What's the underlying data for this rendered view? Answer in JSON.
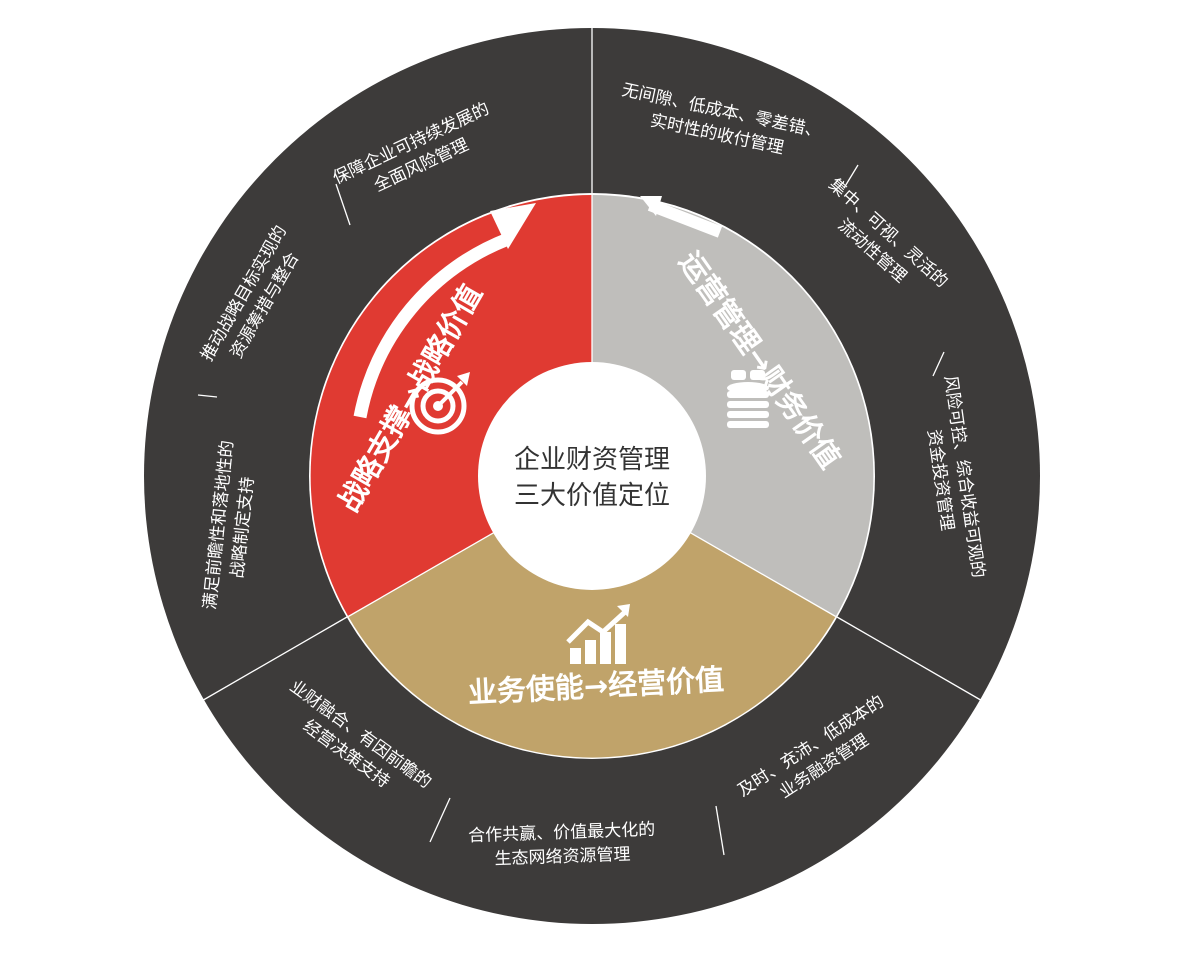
{
  "center": {
    "line1": "企业财资管理",
    "line2": "三大价值定位"
  },
  "segments": {
    "strategy": {
      "from": "战略支撑",
      "arrow": "→",
      "to": "战略价值",
      "color": "#e03a32"
    },
    "finance": {
      "from": "运营管理",
      "arrow": "→",
      "to": "财务价值",
      "color": "#bfbebb"
    },
    "business": {
      "from": "业务使能",
      "arrow": "→",
      "to": "经营价值",
      "color": "#c0a36a"
    }
  },
  "outer_ring_color": "#3d3b3a",
  "outer_items": [
    {
      "line1": "无间隙、低成本、零差错、",
      "line2": "实时性的收付管理"
    },
    {
      "line1": "集中、可视、灵活的",
      "line2": "流动性管理"
    },
    {
      "line1": "风险可控、综合收益可观的",
      "line2": "资金投资管理"
    },
    {
      "line1": "及时、充沛、低成本的",
      "line2": "业务融资管理"
    },
    {
      "line1": "合作共赢、价值最大化的",
      "line2": "生态网络资源管理"
    },
    {
      "line1": "业财融合、有因前瞻的",
      "line2": "经营决策支持"
    },
    {
      "line1": "满足前瞻性和落地性的",
      "line2": "战略制定支持"
    },
    {
      "line1": "推动战略目标实现的",
      "line2": "资源筹措与整合"
    },
    {
      "line1": "保障企业可持续发展的",
      "line2": "全面风险管理"
    }
  ],
  "icons": [
    "target-icon",
    "coins-icon",
    "growth-chart-icon"
  ]
}
